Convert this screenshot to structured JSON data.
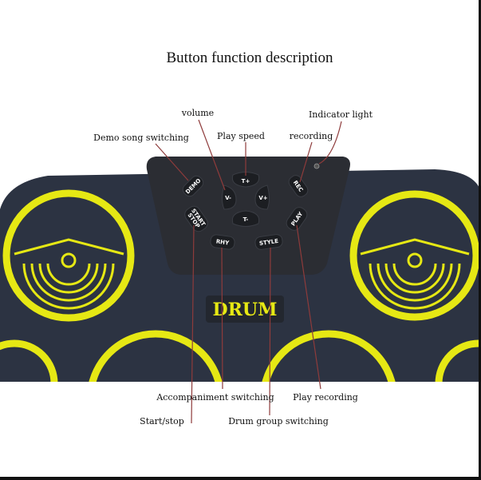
{
  "title": "Button function description",
  "labels": {
    "volume": "volume",
    "demo": "Demo song switching",
    "play_speed": "Play speed",
    "recording": "recording",
    "indicator": "Indicator light",
    "accompaniment": "Accompaniment switching",
    "play_recording": "Play recording",
    "start_stop": "Start/stop",
    "drum_group": "Drum group switching"
  },
  "buttons": {
    "demo": "DEMO",
    "t_plus": "T+",
    "t_minus": "T-",
    "v_minus": "V-",
    "v_plus": "V+",
    "rec": "REC",
    "start": "START",
    "stop": "STOP",
    "play": "PLAY",
    "rhy": "RHY",
    "style": "STYLE"
  },
  "brand": "DRUM",
  "colors": {
    "pad_yellow": "#e6e814",
    "body": "#2c3342",
    "leader": "#8e3b3b"
  }
}
